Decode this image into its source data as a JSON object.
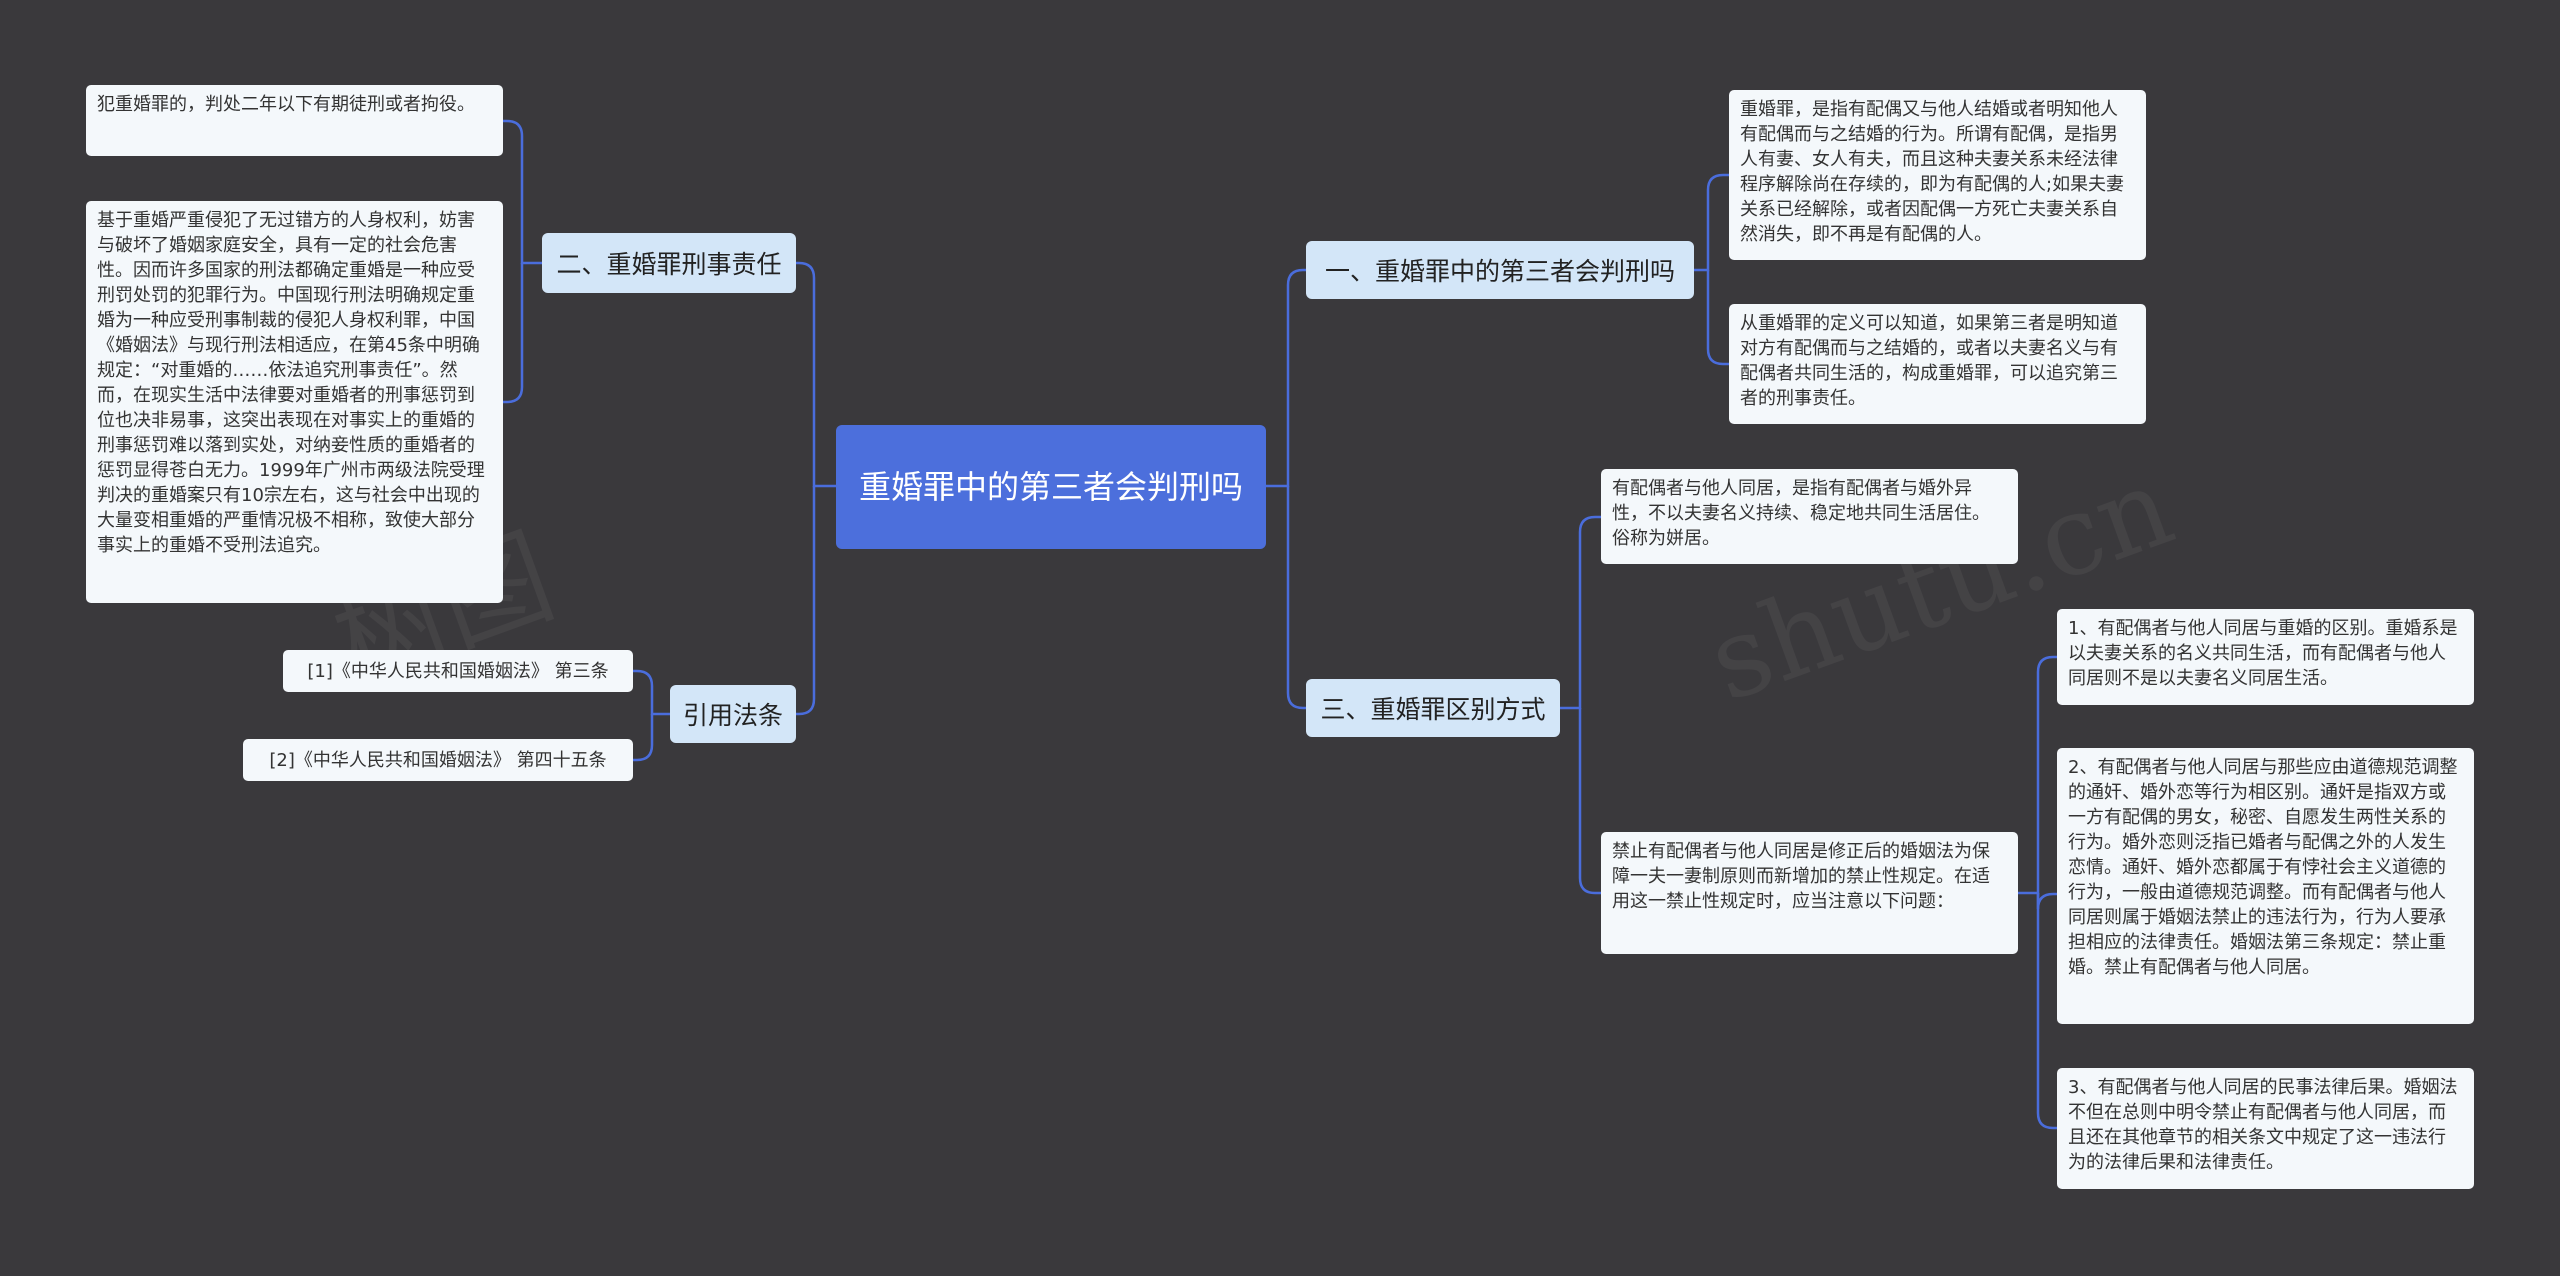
{
  "root": {
    "title": "重婚罪中的第三者会判刑吗"
  },
  "branches": {
    "b1": "一、重婚罪中的第三者会判刑吗",
    "b2": "二、重婚罪刑事责任",
    "b3": "三、重婚罪区别方式",
    "b4": "引用法条"
  },
  "leaves": {
    "b1_1": "重婚罪，是指有配偶又与他人结婚或者明知他人有配偶而与之结婚的行为。所谓有配偶，是指男人有妻、女人有夫，而且这种夫妻关系未经法律程序解除尚在存续的，即为有配偶的人;如果夫妻关系已经解除，或者因配偶一方死亡夫妻关系自然消失，即不再是有配偶的人。",
    "b1_2": "从重婚罪的定义可以知道，如果第三者是明知道对方有配偶而与之结婚的，或者以夫妻名义与有配偶者共同生活的，构成重婚罪，可以追究第三者的刑事责任。",
    "b2_1": "犯重婚罪的，判处二年以下有期徒刑或者拘役。",
    "b2_2": "基于重婚严重侵犯了无过错方的人身权利，妨害与破坏了婚姻家庭安全，具有一定的社会危害性。因而许多国家的刑法都确定重婚是一种应受刑罚处罚的犯罪行为。中国现行刑法明确规定重婚为一种应受刑事制裁的侵犯人身权利罪，中国《婚姻法》与现行刑法相适应，在第45条中明确规定：“对重婚的……依法追究刑事责任”。然而，在现实生活中法律要对重婚者的刑事惩罚到位也决非易事，这突出表现在对事实上的重婚的刑事惩罚难以落到实处，对纳妾性质的重婚者的惩罚显得苍白无力。1999年广州市两级法院受理判决的重婚案只有10宗左右，这与社会中出现的大量变相重婚的严重情况极不相称，致使大部分事实上的重婚不受刑法追究。",
    "b3_1": "有配偶者与他人同居，是指有配偶者与婚外异性，不以夫妻名义持续、稳定地共同生活居住。俗称为姘居。",
    "b3_2": "禁止有配偶者与他人同居是修正后的婚姻法为保障一夫一妻制原则而新增加的禁止性规定。在适用这一禁止性规定时，应当注意以下问题：",
    "b3_2_1": "1、有配偶者与他人同居与重婚的区别。重婚系是以夫妻关系的名义共同生活，而有配偶者与他人同居则不是以夫妻名义同居生活。",
    "b3_2_2": "2、有配偶者与他人同居与那些应由道德规范调整的通奸、婚外恋等行为相区别。通奸是指双方或一方有配偶的男女，秘密、自愿发生两性关系的行为。婚外恋则泛指已婚者与配偶之外的人发生恋情。通奸、婚外恋都属于有悖社会主义道德的行为，一般由道德规范调整。而有配偶者与他人同居则属于婚姻法禁止的违法行为，行为人要承担相应的法律责任。婚姻法第三条规定：禁止重婚。禁止有配偶者与他人同居。",
    "b3_2_3": "3、有配偶者与他人同居的民事法律后果。婚姻法不但在总则中明令禁止有配偶者与他人同居，而且还在其他章节的相关条文中规定了这一违法行为的法律后果和法律责任。",
    "b4_1": "[1]《中华人民共和国婚姻法》 第三条",
    "b4_2": "[2]《中华人民共和国婚姻法》 第四十五条"
  },
  "colors": {
    "background": "#3a393c",
    "root": "#4c6fdc",
    "branch": "#d3e6f8",
    "leaf": "#f4f8fb",
    "line": "#4c6fdc"
  }
}
